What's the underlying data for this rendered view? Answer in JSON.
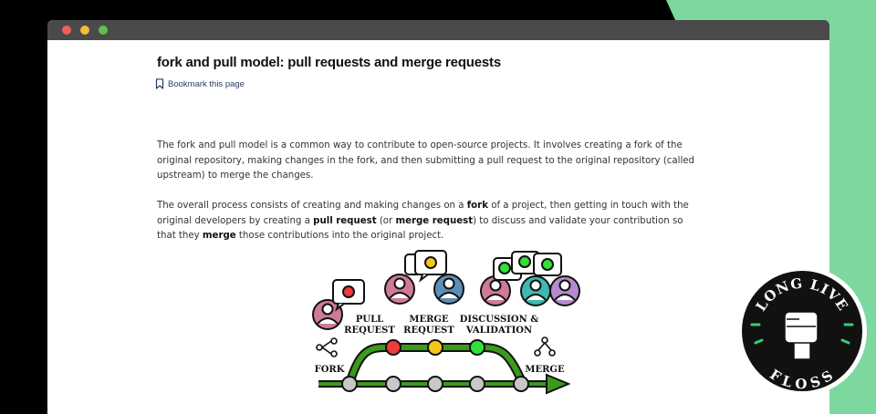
{
  "window": {
    "title": "fork and pull model: pull requests and merge requests",
    "bookmark_label": "Bookmark this page"
  },
  "article": {
    "p1": "The fork and pull model is a common way to contribute to open-source projects. It involves creating a fork of the original repository, making changes in the fork, and then submitting a pull request to the original repository (called upstream) to merge the changes.",
    "p2": {
      "t1": "The overall process consists of creating and making changes on a ",
      "b1": "fork",
      "t2": " of a project, then getting in touch with the original developers by creating a ",
      "b2": "pull request",
      "t3": " (or ",
      "b3": "merge request",
      "t4": ") to discuss and validate your contribution so that they ",
      "b4": "merge",
      "t5": " those contributions into the original project."
    }
  },
  "diagram": {
    "labels": {
      "pull1": "PULL",
      "pull2": "REQUEST",
      "merge1": "MERGE",
      "merge2": "REQUEST",
      "disc1": "DISCUSSION &",
      "disc2": "VALIDATION",
      "fork": "FORK",
      "merge": "MERGE"
    },
    "colors": {
      "track": "#3a9a1c",
      "red": "#ee3c3c",
      "yellow": "#f5c518",
      "green": "#32e038",
      "gray": "#c8c8c8",
      "pink": "#d07a98",
      "blue": "#5b8fb8",
      "teal": "#3fb8b0",
      "purple": "#b48ad0"
    }
  },
  "badge": {
    "top": "LONG LIVE",
    "bottom": "FLOSS",
    "icon": "raised-fist-icon"
  },
  "colors": {
    "background": "#000000",
    "accent_green": "#7dd8a0",
    "titlebar": "#4a4a4a"
  }
}
